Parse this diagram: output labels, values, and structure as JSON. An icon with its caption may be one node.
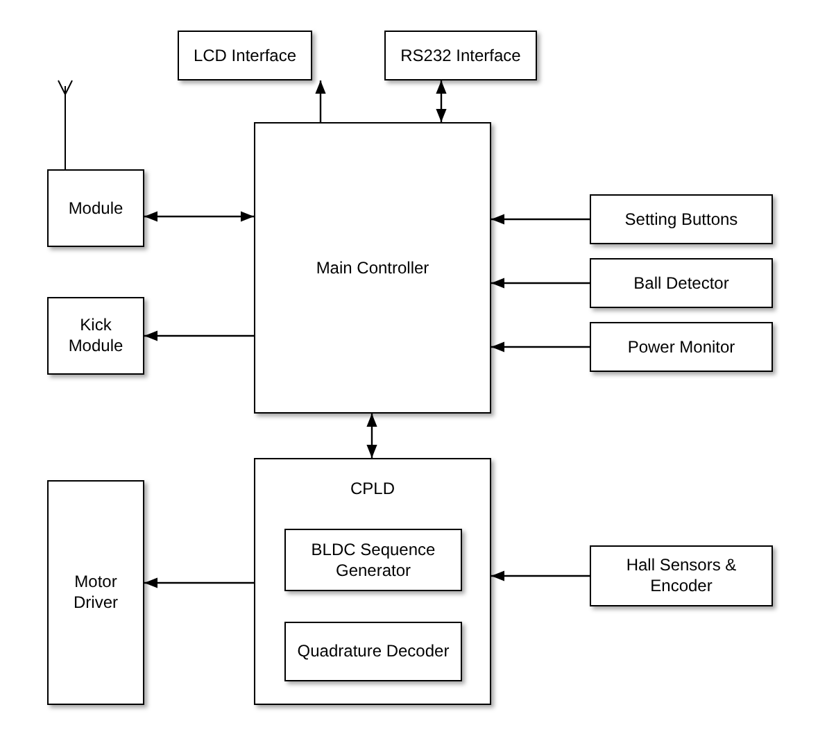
{
  "diagram": {
    "nodes": [
      {
        "text": [
          "LCD Interface"
        ]
      },
      {
        "text": [
          "RS232 Interface"
        ]
      },
      {
        "text": [
          "Module"
        ]
      },
      {
        "text": [
          "Main Controller"
        ]
      },
      {
        "text": [
          "Setting Buttons"
        ]
      },
      {
        "text": [
          "Kick Module"
        ]
      },
      {
        "text": [
          "Ball Detector"
        ]
      },
      {
        "text": [
          "Power Monitor"
        ]
      },
      {
        "text": [
          "CPLD"
        ]
      },
      {
        "text": [
          "BLDC Sequence Generator"
        ],
        "in": 8
      },
      {
        "text": [
          "Quadrature Decoder"
        ],
        "in": 8
      },
      {
        "text": [
          "Motor Driver"
        ]
      },
      {
        "text": [
          "Hall Sensors & Encoder"
        ]
      }
    ],
    "edges": [
      {
        "from": 3,
        "to": 0,
        "arrow": "to"
      },
      {
        "from": 3,
        "to": 1,
        "arrow": "both"
      },
      {
        "from": 2,
        "to": 3,
        "arrow": "both"
      },
      {
        "from": 3,
        "to": 5,
        "arrow": "to"
      },
      {
        "from": 4,
        "to": 3,
        "arrow": "to"
      },
      {
        "from": 6,
        "to": 3,
        "arrow": "to"
      },
      {
        "from": 7,
        "to": 3,
        "arrow": "to"
      },
      {
        "from": 3,
        "to": 8,
        "arrow": "both"
      },
      {
        "from": 8,
        "to": 11,
        "arrow": "to"
      },
      {
        "from": 12,
        "to": 8,
        "arrow": "to"
      }
    ]
  }
}
